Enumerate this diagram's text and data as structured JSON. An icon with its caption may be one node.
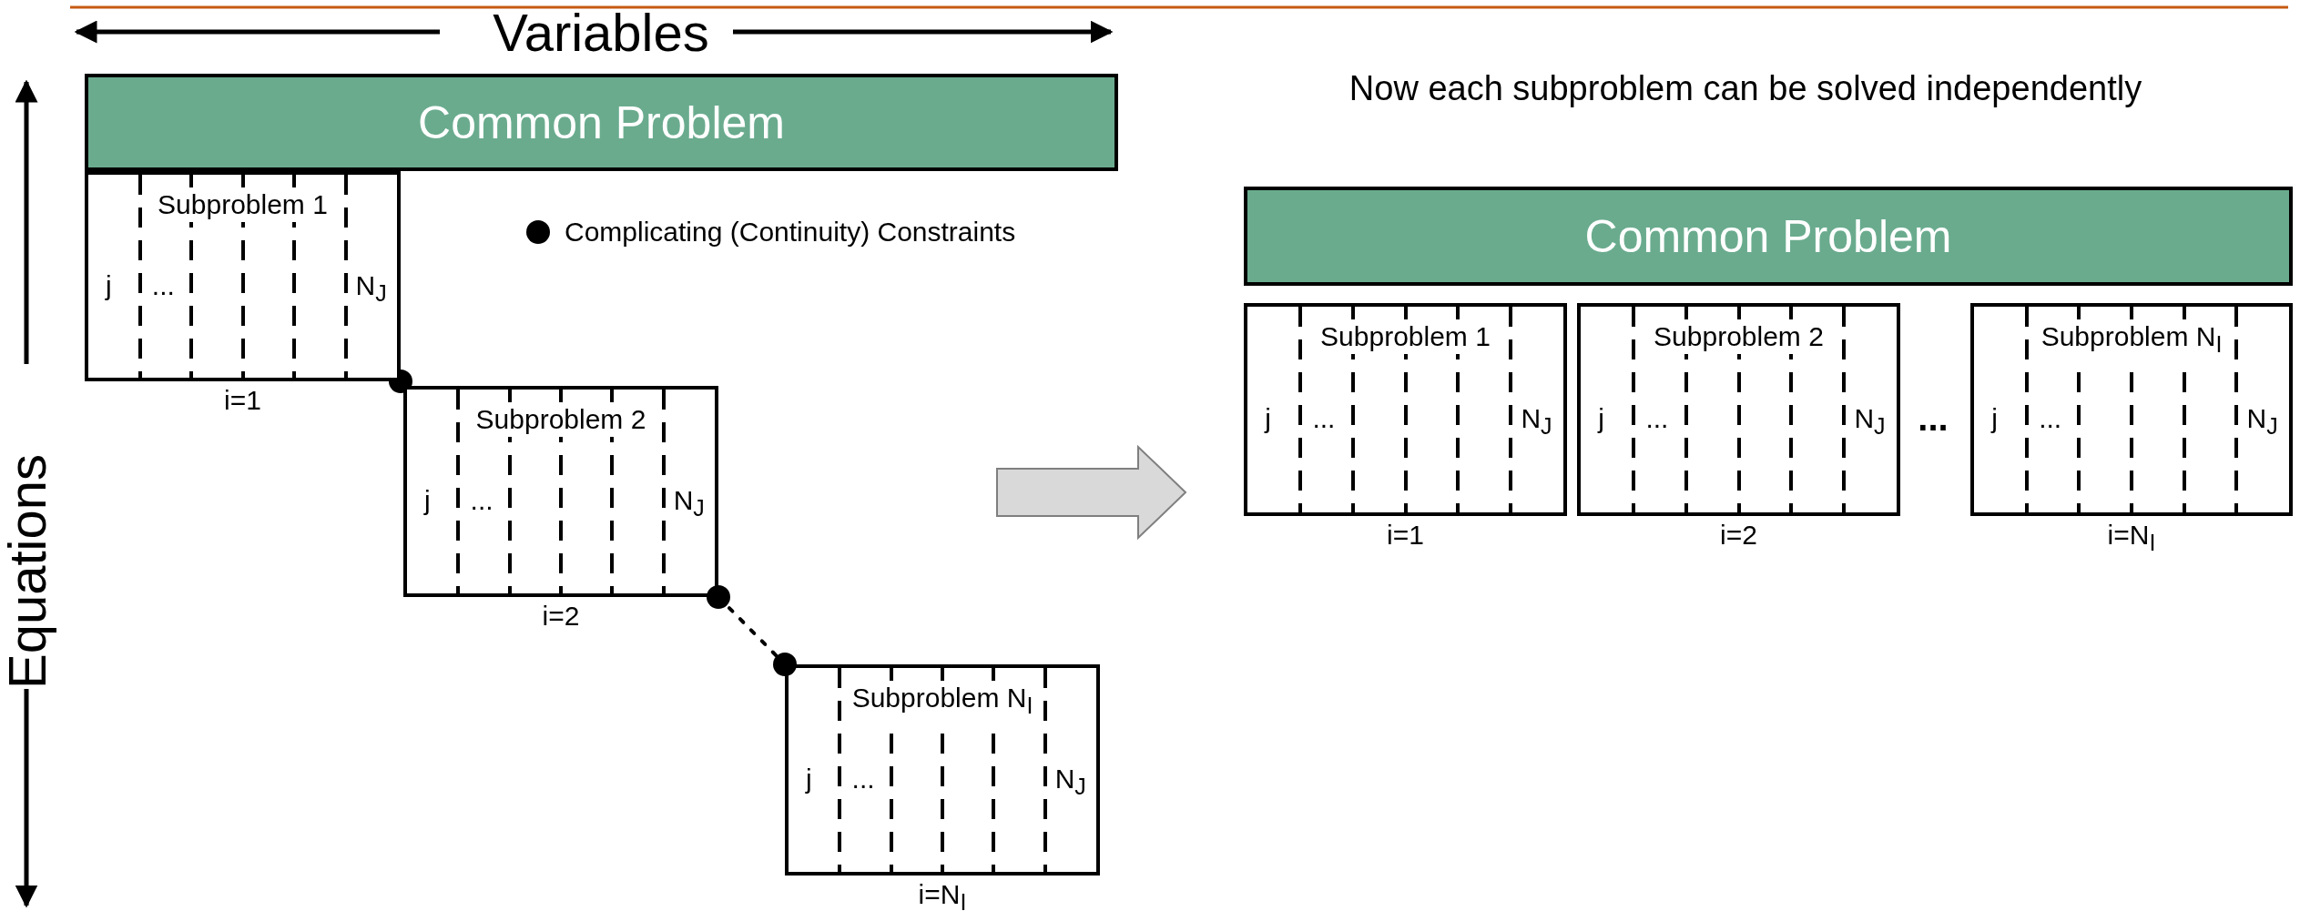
{
  "diagram": {
    "nodes": [
      {
        "text": [
          "Common Problem"
        ]
      },
      {
        "text": [
          "Subproblem 1",
          "j",
          "...",
          "N$_{J}$"
        ],
        "beside": [
          "i=1"
        ]
      },
      {
        "text": [
          "Subproblem 2",
          "j",
          "...",
          "N$_{J}$"
        ],
        "beside": [
          "i=2"
        ]
      },
      {
        "text": [
          "Subproblem N$_{I}$",
          "j",
          "...",
          "N$_{J}$"
        ],
        "beside": [
          "i=N$_{I}$"
        ]
      },
      {
        "text": [
          "Common Problem"
        ]
      },
      {
        "text": [
          "Subproblem 1",
          "j",
          "...",
          "N$_{J}$"
        ],
        "beside": [
          "i=1"
        ]
      },
      {
        "text": [
          "Subproblem 2",
          "j",
          "...",
          "N$_{J}$"
        ],
        "beside": [
          "i=2"
        ]
      },
      {
        "text": [
          "Subproblem N$_{I}$",
          "j",
          "...",
          "N$_{J}$"
        ],
        "beside": [
          "i=N$_{I}$"
        ]
      }
    ],
    "edges": [
      {
        "from": 2,
        "to": 3,
        "arrow": "other",
        "style": "dashed"
      }
    ],
    "labels": [
      "Variables",
      "Equations",
      "Now each subproblem can be solved independently",
      "..."
    ],
    "legend": [
      {
        "text": "Complicating (Continuity) Constraints"
      }
    ]
  }
}
